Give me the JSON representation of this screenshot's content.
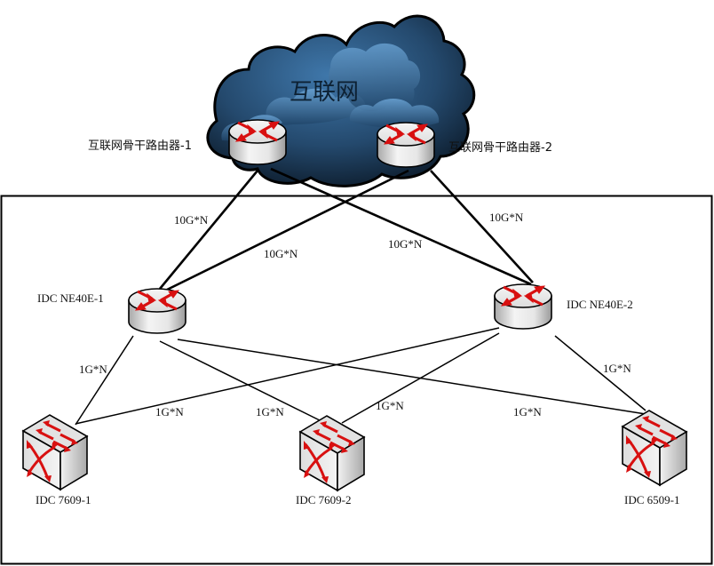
{
  "diagram": {
    "type": "network-topology",
    "cloud": {
      "label": "互联网",
      "icon": "cloud-icon"
    },
    "colors": {
      "cloud_dark": "#0f2438",
      "cloud_mid": "#2f5f8a",
      "cloud_light": "#5b93c6",
      "arrow_red": "#d81010",
      "device_face": "#e8e8e8",
      "line": "#000000"
    },
    "nodes": [
      {
        "id": "bb1",
        "label": "互联网骨干路由器-1",
        "kind": "router",
        "icon": "router-icon"
      },
      {
        "id": "bb2",
        "label": "互联网骨干路由器-2",
        "kind": "router",
        "icon": "router-icon"
      },
      {
        "id": "ne1",
        "label": "IDC NE40E-1",
        "kind": "router",
        "icon": "router-icon"
      },
      {
        "id": "ne2",
        "label": "IDC NE40E-2",
        "kind": "router",
        "icon": "router-icon"
      },
      {
        "id": "sw1",
        "label": "IDC 7609-1",
        "kind": "switch",
        "icon": "switch-icon"
      },
      {
        "id": "sw2",
        "label": "IDC 7609-2",
        "kind": "switch",
        "icon": "switch-icon"
      },
      {
        "id": "sw3",
        "label": "IDC 6509-1",
        "kind": "switch",
        "icon": "switch-icon"
      }
    ],
    "links": [
      {
        "from": "bb1",
        "to": "ne1",
        "label": "10G*N"
      },
      {
        "from": "bb2",
        "to": "ne1",
        "label": "10G*N"
      },
      {
        "from": "bb1",
        "to": "ne2",
        "label": "10G*N"
      },
      {
        "from": "bb2",
        "to": "ne2",
        "label": "10G*N"
      },
      {
        "from": "ne1",
        "to": "sw1",
        "label": "1G*N"
      },
      {
        "from": "ne2",
        "to": "sw1",
        "label": "1G*N"
      },
      {
        "from": "ne1",
        "to": "sw2",
        "label": "1G*N"
      },
      {
        "from": "ne2",
        "to": "sw2",
        "label": "1G*N"
      },
      {
        "from": "ne1",
        "to": "sw3",
        "label": "1G*N"
      },
      {
        "from": "ne2",
        "to": "sw3",
        "label": "1G*N"
      }
    ]
  }
}
